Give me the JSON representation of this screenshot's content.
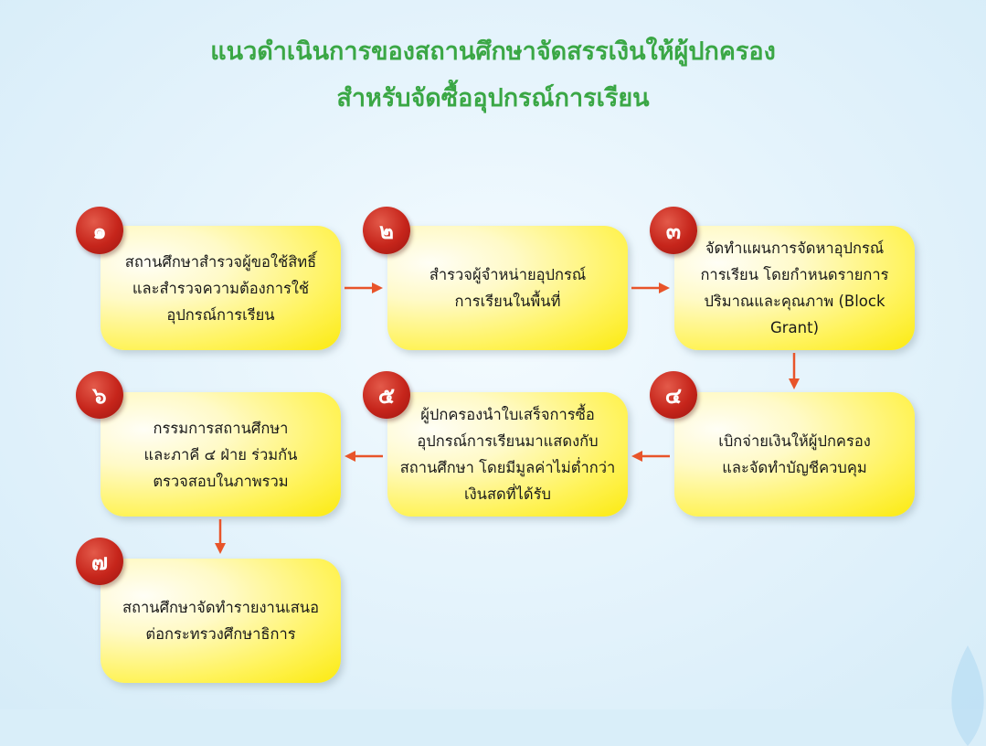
{
  "title": {
    "line1": "แนวดำเนินการของสถานศึกษาจัดสรรเงินให้ผู้ปกครอง",
    "line2": "สำหรับจัดซื้ออุปกรณ์การเรียน"
  },
  "steps": [
    {
      "number": "๑",
      "text": "สถานศึกษาสำรวจผู้ขอใช้สิทธิ์\nและสำรวจความต้องการใช้\nอุปกรณ์การเรียน"
    },
    {
      "number": "๒",
      "text": "สำรวจผู้จำหน่ายอุปกรณ์\nการเรียนในพื้นที่"
    },
    {
      "number": "๓",
      "text": "จัดทำแผนการจัดหาอุปกรณ์\nการเรียน โดยกำหนดรายการ\nปริมาณและคุณภาพ (Block Grant)"
    },
    {
      "number": "๔",
      "text": "เบิกจ่ายเงินให้ผู้ปกครอง\nและจัดทำบัญชีควบคุม"
    },
    {
      "number": "๕",
      "text": "ผู้ปกครองนำใบเสร็จการซื้อ\nอุปกรณ์การเรียนมาแสดงกับ\nสถานศึกษา โดยมีมูลค่าไม่ต่ำกว่า\nเงินสดที่ได้รับ"
    },
    {
      "number": "๖",
      "text": "กรรมการสถานศึกษา\nและภาคี ๔ ฝ่าย ร่วมกัน\nตรวจสอบในภาพรวม"
    },
    {
      "number": "๗",
      "text": "สถานศึกษาจัดทำรายงานเสนอ\nต่อกระทรวงศึกษาธิการ"
    }
  ],
  "colors": {
    "title": "#3aa745",
    "badge": "#c6251b",
    "arrow": "#e8542a",
    "card": "#fff35a"
  }
}
